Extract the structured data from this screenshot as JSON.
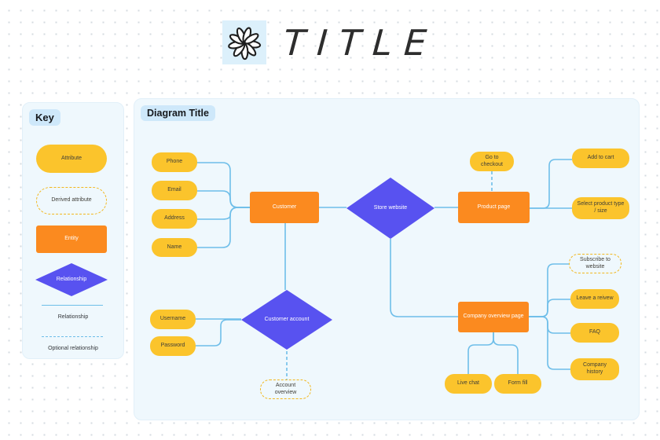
{
  "header": {
    "title": "TITLE",
    "icon": "flower-doodle-icon"
  },
  "key": {
    "title": "Key",
    "attribute_label": "Attribute",
    "derived_attribute_label": "Derived attribute",
    "entity_label": "Entity",
    "relationship_diamond_label": "Relationship",
    "relationship_line_label": "Relationship",
    "optional_relationship_label": "Optional relationship"
  },
  "diagram": {
    "title": "Diagram Title",
    "entities": {
      "customer": "Customer",
      "product_page": "Product page",
      "company_overview": "Company overview page"
    },
    "relationships": {
      "store_website": "Store website",
      "customer_account": "Customer account"
    },
    "attributes": {
      "phone": "Phone",
      "email": "Email",
      "address": "Address",
      "name": "Name",
      "go_to_checkout": "Go to checkout",
      "add_to_cart": "Add to cart",
      "select_product": "Select product type / size",
      "subscribe": "Subscribe to website",
      "leave_review": "Leave a reivew",
      "faq": "FAQ",
      "company_history": "Company history",
      "live_chat": "Live chat",
      "form_fill": "Form fill",
      "username": "Username",
      "password": "Password",
      "account_overview": "Account overview"
    }
  },
  "colors": {
    "attribute_yellow": "#fbc42c",
    "derived_border_yellow": "#f2b71e",
    "entity_orange": "#fb8a1f",
    "relationship_purple": "#5852f0",
    "connector_blue": "#6ebee9",
    "label_bg": "#cee8fa",
    "panel_bg": "#eff8fd",
    "icon_bg": "#dcf0fb"
  }
}
